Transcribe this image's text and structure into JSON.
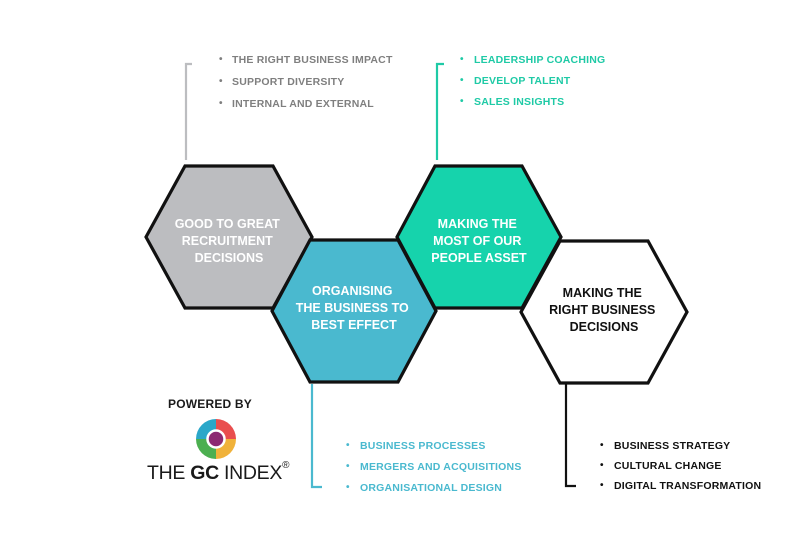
{
  "hexagons": {
    "recruitment": {
      "lines": [
        "GOOD TO GREAT",
        "RECRUITMENT",
        "DECISIONS"
      ],
      "fill": "#bcbdc0",
      "text_color": "#ffffff"
    },
    "organising": {
      "lines": [
        "ORGANISING",
        "THE BUSINESS TO",
        "BEST EFFECT"
      ],
      "fill": "#4ab9cf",
      "text_color": "#ffffff"
    },
    "people": {
      "lines": [
        "MAKING THE",
        "MOST OF OUR",
        "PEOPLE ASSET"
      ],
      "fill": "#16d3ac",
      "text_color": "#ffffff"
    },
    "business": {
      "lines": [
        "MAKING THE",
        "RIGHT BUSINESS",
        "DECISIONS"
      ],
      "fill": "#ffffff",
      "text_color": "#111111"
    }
  },
  "lists": {
    "recruitment": {
      "color": "#7f7f7f",
      "items": [
        "THE RIGHT BUSINESS IMPACT",
        "SUPPORT DIVERSITY",
        "INTERNAL AND EXTERNAL"
      ]
    },
    "people": {
      "color": "#1fcaa6",
      "items": [
        "LEADERSHIP COACHING",
        "DEVELOP TALENT",
        "SALES INSIGHTS"
      ]
    },
    "organising": {
      "color": "#4ab9cf",
      "items": [
        "BUSINESS PROCESSES",
        "MERGERS AND ACQUISITIONS",
        "ORGANISATIONAL DESIGN"
      ]
    },
    "business": {
      "color": "#111111",
      "items": [
        "BUSINESS STRATEGY",
        "CULTURAL CHANGE",
        "DIGITAL TRANSFORMATION"
      ]
    }
  },
  "branding": {
    "powered_by": "POWERED BY",
    "brand_prefix": "THE ",
    "brand_bold": "GC",
    "brand_suffix": " INDEX",
    "registered_mark": "®",
    "logo_colors": [
      "#e94e4e",
      "#f0b23a",
      "#4caf50",
      "#2aa7c9",
      "#8c2a72"
    ]
  },
  "colors": {
    "hex_stroke": "#111111",
    "bullet_dot": "•"
  }
}
